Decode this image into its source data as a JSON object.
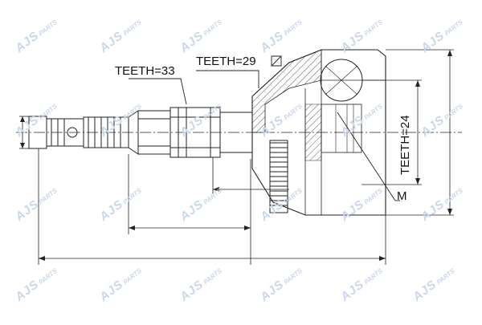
{
  "labels": {
    "teeth_shaft": "TEETH=33",
    "teeth_abs": "TEETH=29",
    "teeth_inner": "TEETH=24",
    "thread": "M"
  },
  "watermark": {
    "brand": "AJS",
    "sub": "PARTS"
  },
  "colors": {
    "line": "#222222",
    "watermark": "#c9d6ec",
    "hatch": "#333333"
  }
}
